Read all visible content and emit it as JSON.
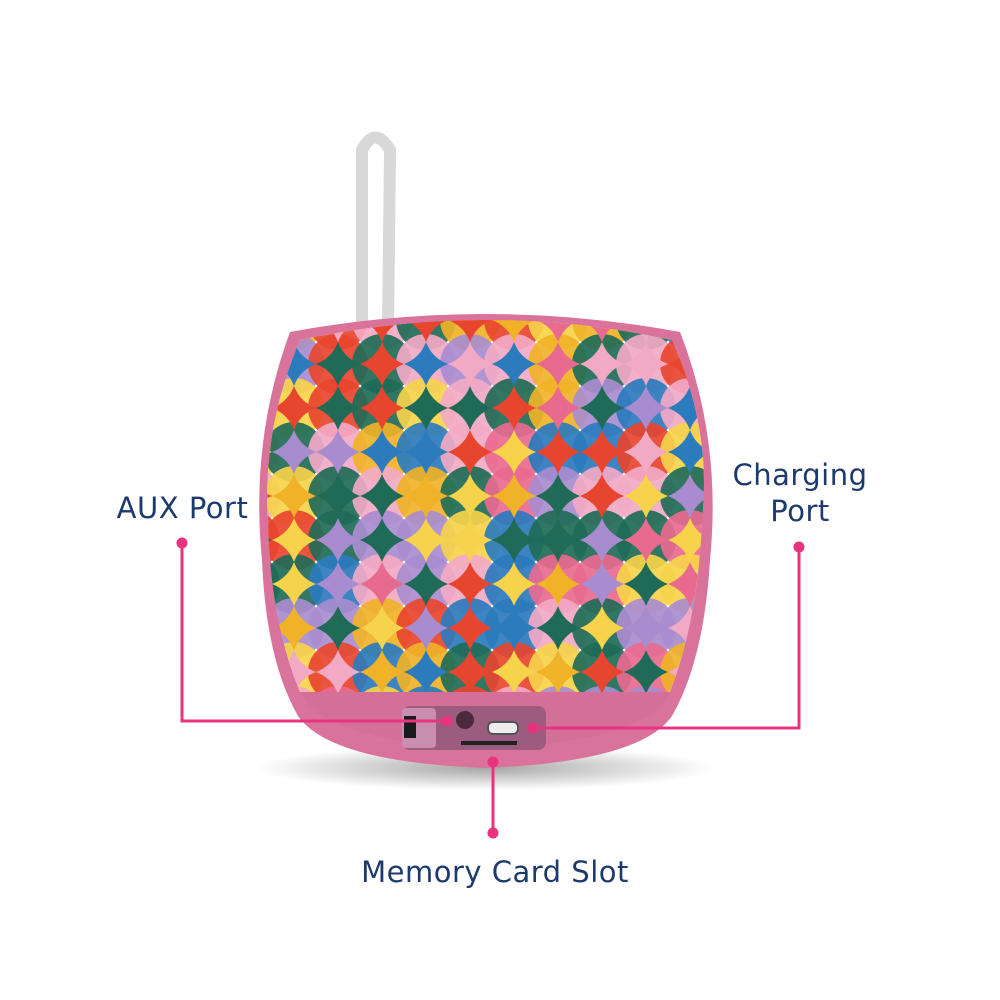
{
  "labels": {
    "aux_port": "AUX Port",
    "charging_port_line1": "Charging",
    "charging_port_line2": "Port",
    "memory_card_slot": "Memory Card Slot"
  },
  "colors": {
    "label_text": "#1d3a6e",
    "callout_line": "#e8337f",
    "speaker_body": "#d9739c",
    "pattern_palette": [
      "#e8452f",
      "#f2a9c4",
      "#2b7bbd",
      "#1f6b57",
      "#f0b228",
      "#a98ccf",
      "#e96a8f",
      "#f6d34a",
      "#ffffff"
    ]
  }
}
